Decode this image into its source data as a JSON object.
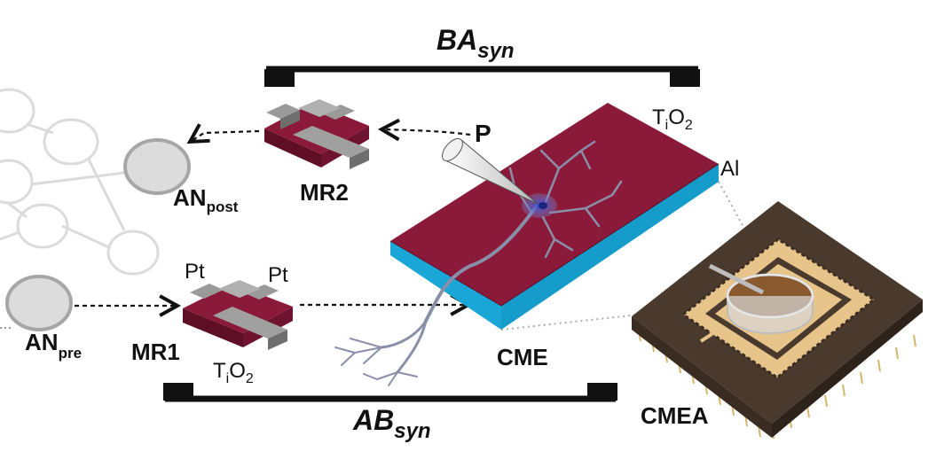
{
  "labels": {
    "ba_syn": {
      "main": "BA",
      "sub": "syn"
    },
    "ab_syn": {
      "main": "AB",
      "sub": "syn"
    },
    "p": "P",
    "tio2_top": {
      "a": "T",
      "b": "i",
      "c": "O",
      "d": "2"
    },
    "tio2_mr1": {
      "a": "T",
      "b": "i",
      "c": "O",
      "d": "2"
    },
    "al": "Al",
    "an_post": {
      "main": "AN",
      "sub": "post"
    },
    "an_pre": {
      "main": "AN",
      "sub": "pre"
    },
    "mr2": "MR2",
    "mr1": "MR1",
    "pt_left": "Pt",
    "pt_right": "Pt",
    "cme": "CME",
    "cmea": "CMEA"
  },
  "colors": {
    "substrate_top": "#8b1a3a",
    "substrate_side": "#1aa7d8",
    "electrode_gray": "#8a8a8a",
    "chip_body": "#4a3a2e",
    "chip_gold": "#e7c48a",
    "neuron": "#8a8fa8"
  }
}
